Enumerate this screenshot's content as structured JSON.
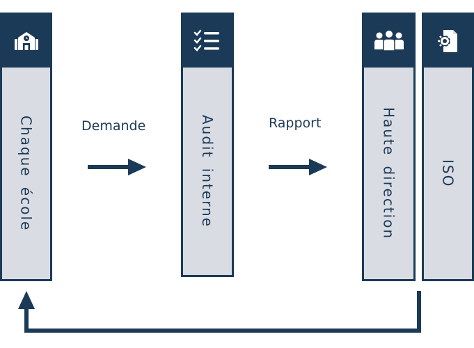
{
  "nodes": {
    "school": {
      "label": "Chaque école",
      "icon": "school-building-icon"
    },
    "audit": {
      "label": "Audit interne",
      "icon": "checklist-icon"
    },
    "direction": {
      "label": "Haute direction",
      "icon": "team-group-icon"
    },
    "iso": {
      "label": "ISO",
      "icon": "certificate-document-icon"
    }
  },
  "edges": {
    "request": "Demande",
    "report": "Rapport"
  },
  "colors": {
    "primary": "#1b3a57",
    "box_fill": "#d9dce3"
  }
}
